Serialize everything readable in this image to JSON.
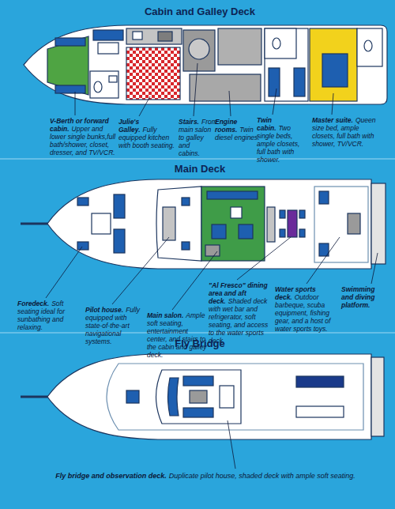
{
  "diagram": {
    "labels": [
      "Cabin and Galley Deck",
      "V-Berth or forward cabin.",
      "Upper and lower single bunks,full bath/shower, closet, dresser, and TV/VCR.",
      "Julie's Galley.",
      "Fully equipped kitchen with booth seating.",
      "Stairs.",
      "From main salon to galley and cabins.",
      "Engine rooms.",
      "Twin diesel engines.",
      "Twin cabin.",
      "Two single beds, ample closets, full bath with shower.",
      "Master suite.",
      "Queen size bed, ample closets, full bath with shower, TV/VCR.",
      "Main Deck",
      "Foredeck.",
      "Soft seating ideal for sunbathing and relaxing.",
      "Pilot house.",
      "Fully equipped with state-of-the-art navigational systems.",
      "Main salon.",
      "Ample soft seating, entertainment center, and stairs to the cabin and galley deck.",
      "\"Al Fresco\" dining area and aft deck.",
      "Shaded deck with wet bar and refrigerator, soft seating, and access to the water sports deck.",
      "Water sports deck.",
      "Outdoor barbeque, scuba equipment, fishing gear, and a host of water sports toys.",
      "Swimming and diving platform.",
      "Fly Bridge",
      "Fly bridge and observation deck.",
      "Duplicate pilot house, shaded deck with ample soft seating."
    ]
  }
}
